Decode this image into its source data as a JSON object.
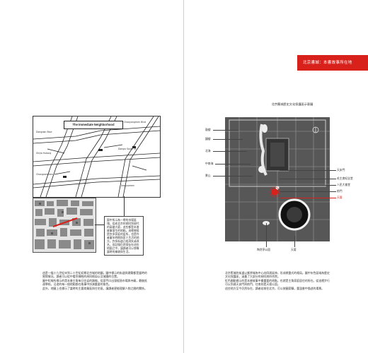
{
  "banner": {
    "text": "北京書城：本書故事所在地"
  },
  "street_map": {
    "title": "The Immediate Neighborhood",
    "labels": {
      "tl": "Dongdan Blvd",
      "tr": "Chaoyangmen Blvd",
      "ml": "Shijia Hutong",
      "mr": "Dongsi South St",
      "bl": "Chongwenmen",
      "br": "Jianguomen"
    }
  },
  "callout": {
    "text": "圖中所示為一帶的市場區塊，從老北京的胡同到現代的高樓大廈，這些都是本書故事發生的地點。這裡曾經是許多家庭的居所，也是作者童年時期與家人生活的地方。許多街道已經消失或改名，但記憶仍然保存在這些地圖之中，讓讀者可以想像當時的樣貌與生活。"
  },
  "left_body": "這是一幅十九世紀末到二十世紀初期北京城的地圖，圖中標示的街道與建築都是當時的實際情況。讀者可以從中看到傳統的胡同格局以及城牆的位置。\n圖中紅線所標示的是本書主角每日往返的路線，從家門口出發經過市場與寺廟，最後抵達學校。沿途的每一個地點都在故事中扮演重要的角色。\n此外，地圖上也標示了當時的主要商業區與住宅區，讓讀者更能理解人物之間的關係。",
  "right_figure_title": "北京舊城歷史文化保護區示意圖",
  "map_labels_left": [
    "鼓樓",
    "鐘樓",
    "北海",
    "中南海",
    "景山"
  ],
  "map_labels_right": [
    "天安門",
    "毛主席紀念堂",
    "人民大會堂",
    "前門",
    "天壇"
  ],
  "map_labels_bottom": [
    "陶然亭公園",
    "天壇"
  ],
  "right_body": "北京舊城的街道以紫禁城為中心向四周延伸，形成棋盤式的格局。圖中灰色區域為歷史文化保護區，涵蓋了大部分的胡同與四合院。\n紅色圓點標示的是本書故事中最重要的地點，也就是主角家庭居住的所在。從這裡步行可以到達天安門與前門，往南則是天壇公園。\n這些地方至今仍然存在，讀者若前往北京，可以按圖索驥，重溫書中描述的場景。"
}
